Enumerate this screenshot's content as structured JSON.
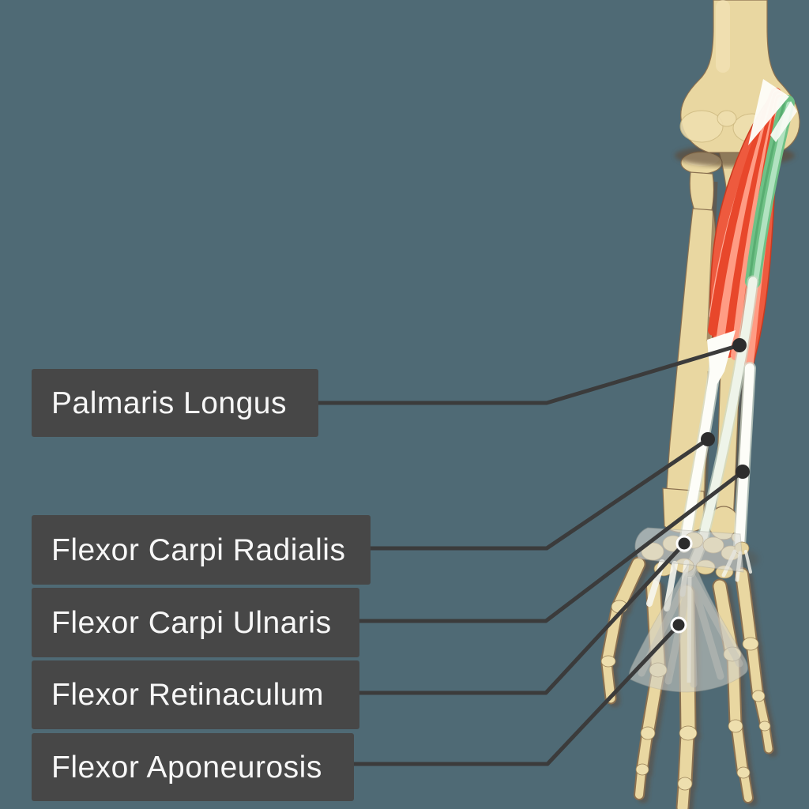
{
  "figure": {
    "description": "Anterior view of right forearm and hand skeleton with superficial flexor muscles (red), Palmaris Longus belly (green), white flexor tendons, flexor retinaculum and palmar aponeurosis fascia; five dark label chips with leader lines point to structures."
  },
  "background_color": "#4f6a75",
  "palette": {
    "label_box": "#474747",
    "label_text": "#f7f7f7",
    "leader_line": "#3b3b3b",
    "pointer_dot": "#2d2d2d",
    "bone": "#e9d7a1",
    "bone_outline": "#8a7050",
    "bone_shadow": "#5e4835",
    "muscle_red": "#ee5a3e",
    "muscle_red_light": "#ff9c84",
    "muscle_green": "#6fc186",
    "tendon_white": "#fdfdf8",
    "fascia_gray": "#d8d8d0"
  },
  "labels": [
    {
      "id": "palmaris-longus",
      "text": "Palmaris Longus"
    },
    {
      "id": "flexor-carpi-radialis",
      "text": "Flexor Carpi Radialis"
    },
    {
      "id": "flexor-carpi-ulnaris",
      "text": "Flexor Carpi Ulnaris"
    },
    {
      "id": "flexor-retinaculum",
      "text": "Flexor Retinaculum"
    },
    {
      "id": "flexor-aponeurosis",
      "text": "Flexor Aponeurosis"
    }
  ]
}
